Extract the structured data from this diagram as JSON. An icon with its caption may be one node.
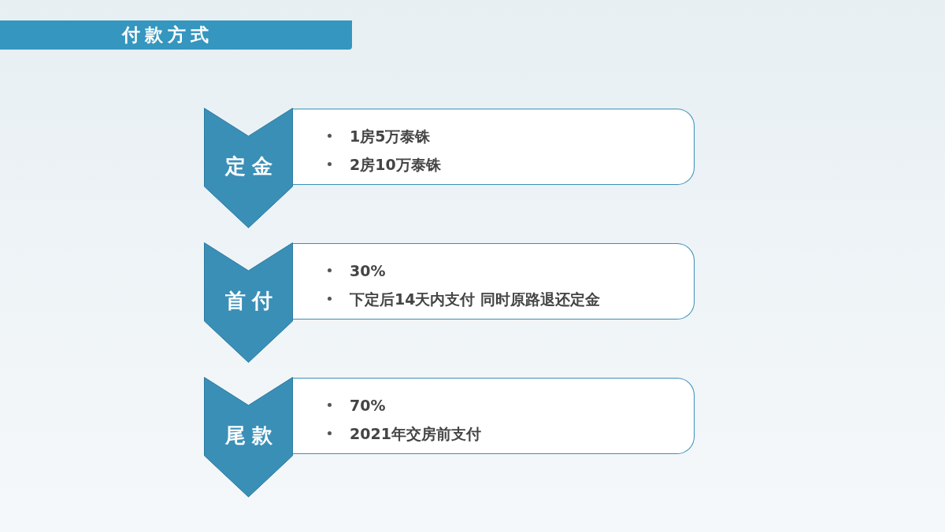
{
  "diagram": {
    "title": "付款方式",
    "nodes": [
      {
        "text": [
          "定金"
        ]
      },
      {
        "text": [
          "1房5万泰铢",
          "2房10万泰铢"
        ]
      },
      {
        "text": [
          "首付"
        ]
      },
      {
        "text": [
          "30%",
          "下定后14天内支付 同时原路退还定金"
        ]
      },
      {
        "text": [
          "尾款"
        ]
      },
      {
        "text": [
          "70%",
          "2021年交房前支付"
        ]
      }
    ]
  }
}
